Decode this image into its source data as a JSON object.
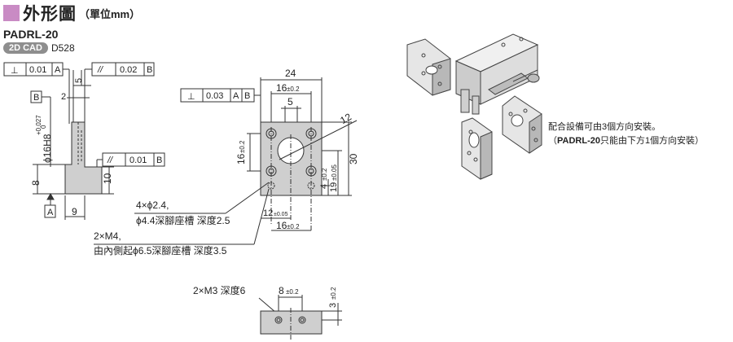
{
  "title": {
    "main": "外形圖",
    "unit": "（單位mm）",
    "accent_color": "#c98bc4"
  },
  "model": "PADRL-20",
  "cad": {
    "badge": "2D CAD",
    "code": "D528",
    "badge_color": "#8e8e8e"
  },
  "side_view": {
    "datum_a": "A",
    "datum_b": "B",
    "frame_perp": {
      "symbol": "⊥",
      "tol": "0.01",
      "ref": "A"
    },
    "frame_par_top": {
      "symbol": "//",
      "tol": "0.02",
      "ref": "B"
    },
    "frame_par_bottom": {
      "symbol": "//",
      "tol": "0.01",
      "ref": "B"
    },
    "dim_5": "5",
    "dim_2": "2",
    "dim_bore": "ϕ16H8",
    "dim_bore_tol_upper": "+0.027",
    "dim_bore_tol_lower": "0",
    "dim_10": "10",
    "dim_8": "8",
    "dim_9": "9"
  },
  "front_view": {
    "frame_perp": {
      "symbol": "⊥",
      "tol": "0.03",
      "ref1": "A",
      "ref2": "B"
    },
    "dim_24": "24",
    "dim_16_top": "16",
    "dim_16_top_tol": "±0.2",
    "dim_5": "5",
    "dim_12": "12",
    "dim_16_left": "16",
    "dim_16_left_tol": "±0.2",
    "dim_4": "4",
    "dim_4_tol": "±0.2",
    "dim_19": "19",
    "dim_19_tol": "±0.05",
    "dim_30": "30",
    "dim_12_bottom": "12",
    "dim_12_bottom_tol": "±0.05",
    "dim_16_bottom": "16",
    "dim_16_bottom_tol": "±0.2"
  },
  "callouts": {
    "holes_line1": "4×ϕ2.4,",
    "holes_line2": "ϕ4.4深腳座槽 深度2.5",
    "taps_line1": "2×M4,",
    "taps_line2": "由內側起ϕ6.5深腳座槽 深度3.5"
  },
  "bottom_view": {
    "label": "2×M3 深度6",
    "dim_8": "8",
    "dim_8_tol": "±0.2",
    "dim_3": "3",
    "dim_3_tol": "±0.2"
  },
  "notes": {
    "line1": "配合設備可由3個方向安裝。",
    "line2_prefix": "（",
    "line2_model": "PADRL-20",
    "line2_suffix": "只能由下方1個方向安裝）"
  }
}
